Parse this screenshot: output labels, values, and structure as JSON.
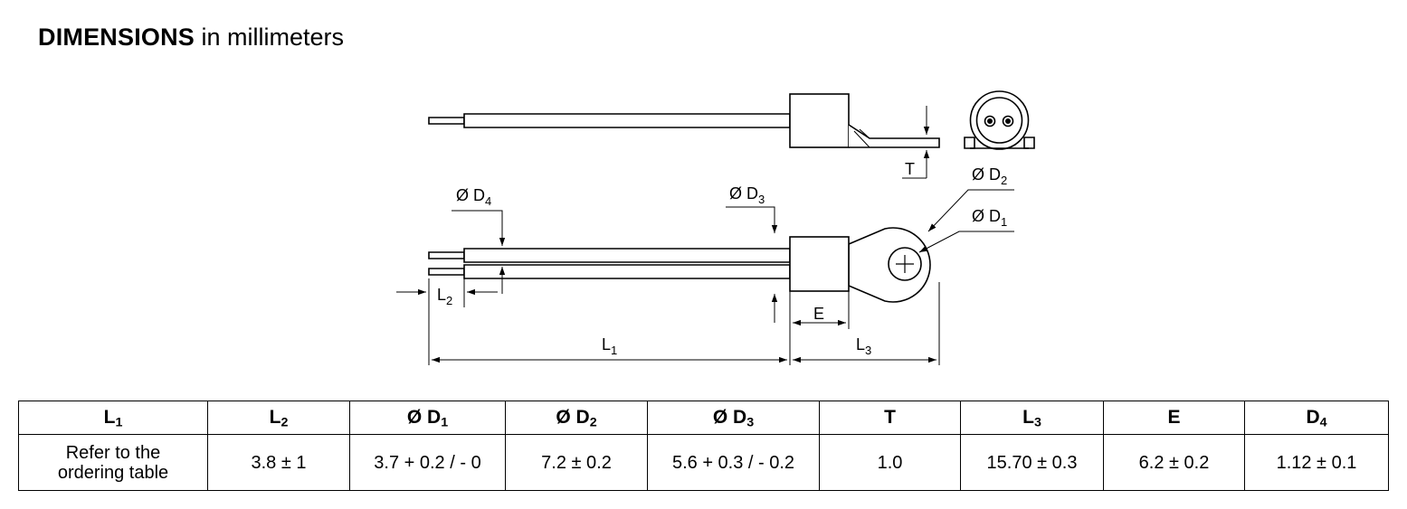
{
  "heading": {
    "bold": "DIMENSIONS",
    "rest": " in millimeters"
  },
  "labels": {
    "t": "T",
    "d2": {
      "base": "Ø D",
      "sub": "2"
    },
    "d1": {
      "base": "Ø D",
      "sub": "1"
    },
    "d3": {
      "base": "Ø D",
      "sub": "3"
    },
    "d4": {
      "base": "Ø D",
      "sub": "4"
    },
    "l2": {
      "base": "L",
      "sub": "2"
    },
    "l1": {
      "base": "L",
      "sub": "1"
    },
    "l3": {
      "base": "L",
      "sub": "3"
    },
    "e": "E"
  },
  "table": {
    "headers": [
      {
        "base": "L",
        "sub": "1"
      },
      {
        "base": "L",
        "sub": "2"
      },
      {
        "base": "Ø D",
        "sub": "1"
      },
      {
        "base": "Ø D",
        "sub": "2"
      },
      {
        "base": "Ø D",
        "sub": "3"
      },
      {
        "base": "T",
        "sub": ""
      },
      {
        "base": "L",
        "sub": "3"
      },
      {
        "base": "E",
        "sub": ""
      },
      {
        "base": "D",
        "sub": "4"
      }
    ],
    "values": [
      {
        "line1": "Refer to the",
        "line2": "ordering table"
      },
      "3.8 ± 1",
      "3.7 + 0.2 / - 0",
      "7.2 ± 0.2",
      "5.6 + 0.3 / - 0.2",
      "1.0",
      "15.70 ± 0.3",
      "6.2 ± 0.2",
      "1.12 ± 0.1"
    ]
  }
}
